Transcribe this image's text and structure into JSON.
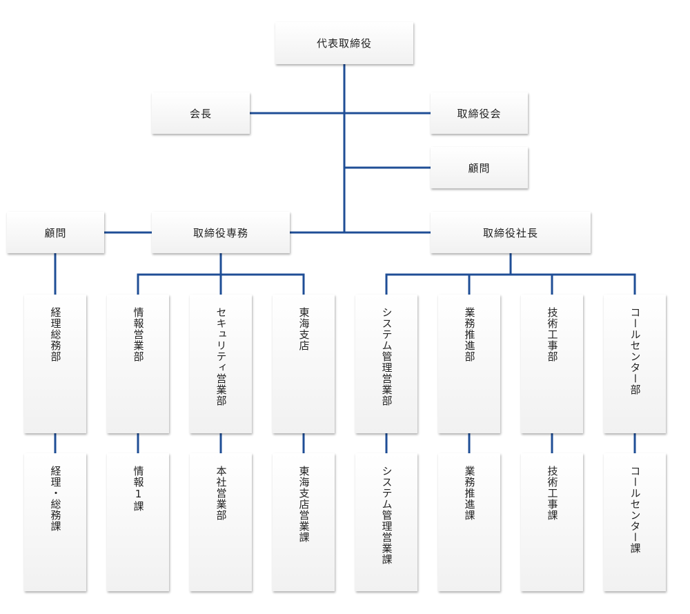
{
  "chart": {
    "top": "代表取締役",
    "chairman": "会長",
    "board": "取締役会",
    "advisor_top": "顧問",
    "advisor_left": "顧問",
    "senior_md": "取締役専務",
    "president": "取締役社長"
  },
  "departments": [
    {
      "name": "経理総務部",
      "section": "経理・総務課"
    },
    {
      "name": "情報営業部",
      "section": "情報1課"
    },
    {
      "name": "セキュリティ営業部",
      "section": "本社営業部"
    },
    {
      "name": "東海支店",
      "section": "東海支店営業課"
    },
    {
      "name": "システム管理営業部",
      "section": "システム管理営業課"
    },
    {
      "name": "業務推進部",
      "section": "業務推進課"
    },
    {
      "name": "技術工事部",
      "section": "技術工事課"
    },
    {
      "name": "コールセンター部",
      "section": "コールセンター課"
    }
  ],
  "colors": {
    "line": "#1f4e96",
    "box_top": "#ffffff",
    "box_bottom": "#f1f1f1"
  }
}
